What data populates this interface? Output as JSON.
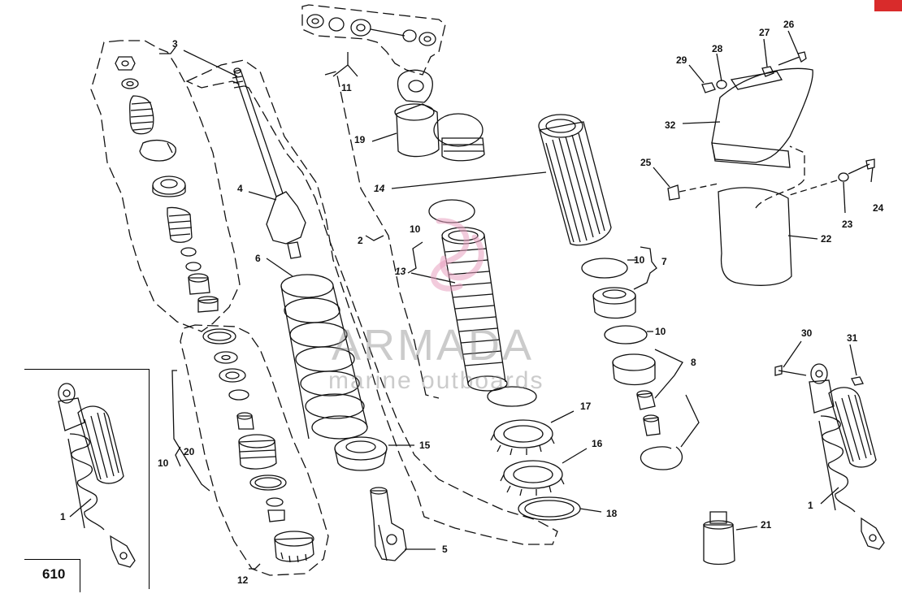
{
  "page": {
    "number": "610",
    "corner_tab_color": "#d92b2b"
  },
  "watermark": {
    "brand": "ARMADA",
    "tagline": "marine outboards",
    "logo_color": "#e8a0c0",
    "text_color": "#8c8c8c"
  },
  "callouts": [
    {
      "id": "c1a",
      "label": "1",
      "italic": false
    },
    {
      "id": "c1b",
      "label": "1",
      "italic": false
    },
    {
      "id": "c2",
      "label": "2",
      "italic": false
    },
    {
      "id": "c3",
      "label": "3",
      "italic": false
    },
    {
      "id": "c4",
      "label": "4",
      "italic": false
    },
    {
      "id": "c5",
      "label": "5",
      "italic": false
    },
    {
      "id": "c6",
      "label": "6",
      "italic": false
    },
    {
      "id": "c7",
      "label": "7",
      "italic": false
    },
    {
      "id": "c8",
      "label": "8",
      "italic": false
    },
    {
      "id": "c10a",
      "label": "10",
      "italic": false
    },
    {
      "id": "c10b",
      "label": "10",
      "italic": false
    },
    {
      "id": "c10c",
      "label": "10",
      "italic": false
    },
    {
      "id": "c10d",
      "label": "10",
      "italic": false
    },
    {
      "id": "c11",
      "label": "11",
      "italic": false
    },
    {
      "id": "c12",
      "label": "12",
      "italic": false
    },
    {
      "id": "c13",
      "label": "13",
      "italic": true
    },
    {
      "id": "c14",
      "label": "14",
      "italic": true
    },
    {
      "id": "c15",
      "label": "15",
      "italic": false
    },
    {
      "id": "c16",
      "label": "16",
      "italic": false
    },
    {
      "id": "c17",
      "label": "17",
      "italic": false
    },
    {
      "id": "c18",
      "label": "18",
      "italic": false
    },
    {
      "id": "c19",
      "label": "19",
      "italic": false
    },
    {
      "id": "c20",
      "label": "20",
      "italic": false
    },
    {
      "id": "c21",
      "label": "21",
      "italic": false
    },
    {
      "id": "c22",
      "label": "22",
      "italic": false
    },
    {
      "id": "c23",
      "label": "23",
      "italic": false
    },
    {
      "id": "c24",
      "label": "24",
      "italic": false
    },
    {
      "id": "c25",
      "label": "25",
      "italic": false
    },
    {
      "id": "c26",
      "label": "26",
      "italic": false
    },
    {
      "id": "c27",
      "label": "27",
      "italic": false
    },
    {
      "id": "c28",
      "label": "28",
      "italic": false
    },
    {
      "id": "c29",
      "label": "29",
      "italic": false
    },
    {
      "id": "c30",
      "label": "30",
      "italic": false
    },
    {
      "id": "c31",
      "label": "31",
      "italic": false
    },
    {
      "id": "c32",
      "label": "32",
      "italic": false
    }
  ]
}
